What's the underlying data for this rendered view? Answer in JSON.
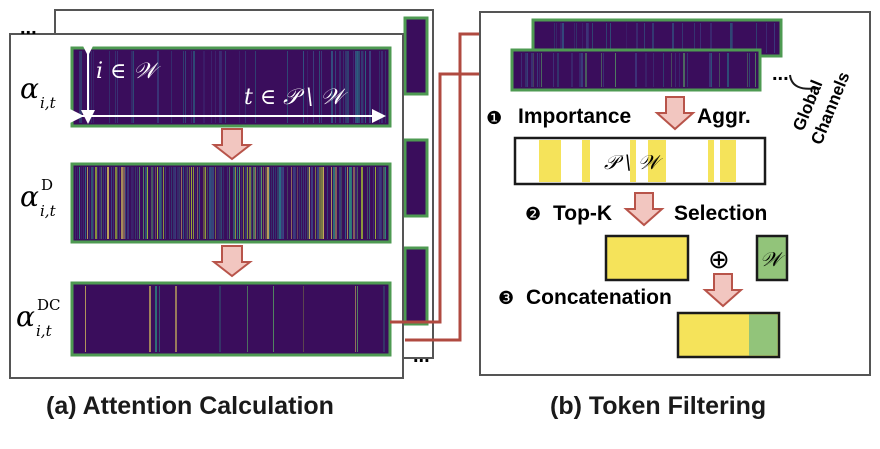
{
  "panel_a": {
    "caption": "(a) Attention Calculation",
    "stack_ellipsis_top": "...",
    "stack_ellipsis_bottom": "...",
    "matrix_rows": [
      {
        "label_base": "α",
        "label_sub": "i,t",
        "label_sup": "",
        "variant": "raw"
      },
      {
        "label_base": "α",
        "label_sub": "i,t",
        "label_sup": "D",
        "variant": "dense"
      },
      {
        "label_base": "α",
        "label_sub": "i,t",
        "label_sup": "DC",
        "variant": "sparse"
      }
    ],
    "axis_i_label": "i ∈ 𝒲",
    "axis_t_label": "t ∈ 𝒫 \\ 𝒲"
  },
  "panel_b": {
    "caption": "(b) Token Filtering",
    "side_ellipsis": "...",
    "side_label_line1": "Global",
    "side_label_line2": "Channels",
    "step1": {
      "marker": "❶",
      "left": "Importance",
      "right": "Aggr."
    },
    "bar_label": "𝒫 \\ 𝒲",
    "step2": {
      "marker": "❷",
      "left": "Top-K",
      "right": "Selection"
    },
    "oplus": "⊕",
    "w_label": "𝒲",
    "step3": {
      "marker": "❸",
      "text": "Concatenation"
    }
  },
  "colors": {
    "matrix_bg": "#3a0d5c",
    "matrix_border": "#4e9a52",
    "arrow_fill": "#f2c6c0",
    "arrow_stroke": "#b8544a",
    "connector": "#b04a40",
    "highlight_yellow": "#f5e35a",
    "w_green": "#92c47a"
  }
}
